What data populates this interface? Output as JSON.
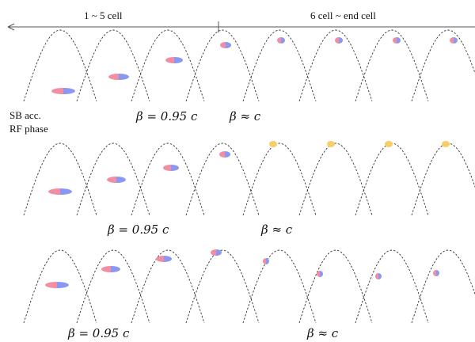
{
  "header": {
    "left_label": "1 ~ 5 cell",
    "right_label": "6 cell ~ end cell"
  },
  "side_label": {
    "line1": "SB acc.",
    "line2": "RF phase"
  },
  "rows": [
    {
      "beta_slow": "β = 0.95 c",
      "beta_fast": "β ≈ c"
    },
    {
      "beta_slow": "β = 0.95 c",
      "beta_fast": "β ≈ c"
    },
    {
      "beta_slow": "β = 0.95 c",
      "beta_fast": "β ≈ c"
    }
  ],
  "colors": {
    "bunch_red": "#f28ea4",
    "bunch_blue": "#8a98f2",
    "bunch_yellow": "#f7cf6a",
    "curve": "#333333",
    "arrow": "#555555"
  }
}
